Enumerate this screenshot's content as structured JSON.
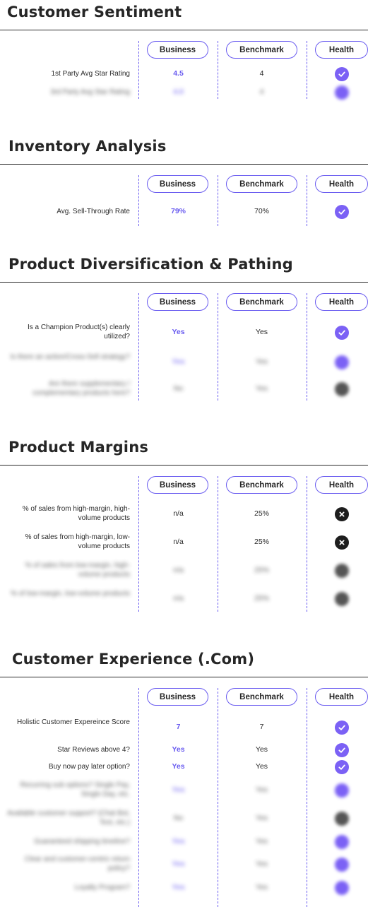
{
  "columns": {
    "business": "Business",
    "benchmark": "Benchmark",
    "health": "Health"
  },
  "sections": [
    {
      "title": "Customer Sentiment",
      "rows": [
        {
          "label": "1st Party Avg Star Rating",
          "business": "4.5",
          "benchmark": "4",
          "health": "check"
        },
        {
          "label": "3rd Party Avg Star Rating",
          "business": "4.0",
          "benchmark": "4",
          "health": "check",
          "blurred": true
        }
      ]
    },
    {
      "title": "Inventory Analysis",
      "rows": [
        {
          "label": "Avg. Sell-Through Rate",
          "business": "79%",
          "benchmark": "70%",
          "health": "check"
        }
      ]
    },
    {
      "title": "Product Diversification & Pathing",
      "rows": [
        {
          "label": "Is a Champion Product(s) clearly utilized?",
          "business": "Yes",
          "benchmark": "Yes",
          "health": "check"
        },
        {
          "label": "Is there an action/Cross-Sell strategy?",
          "business": "Yes",
          "benchmark": "Yes",
          "health": "check",
          "blurred": true
        },
        {
          "label": "Are there supplementary / complementary products here?",
          "business": "No",
          "benchmark": "Yes",
          "health": "neutral",
          "blurred": true
        }
      ]
    },
    {
      "title": "Product Margins",
      "rows": [
        {
          "label": "% of sales from high-margin, high-volume products",
          "business": "n/a",
          "benchmark": "25%",
          "health": "cross"
        },
        {
          "label": "% of sales from high-margin, low-volume products",
          "business": "n/a",
          "benchmark": "25%",
          "health": "cross"
        },
        {
          "label": "% of sales from low-margin, high-volume products",
          "business": "n/a",
          "benchmark": "25%",
          "health": "neutral",
          "blurred": true
        },
        {
          "label": "% of low-margin, low-volume products",
          "business": "n/a",
          "benchmark": "25%",
          "health": "neutral",
          "blurred": true
        }
      ]
    },
    {
      "title": "Customer Experience (.Com)",
      "rows": [
        {
          "label": "Holistic Customer Expereince Score",
          "business": "7",
          "benchmark": "7",
          "health": "check"
        },
        {
          "label": "Star Reviews above 4?",
          "business": "Yes",
          "benchmark": "Yes",
          "health": "check"
        },
        {
          "label": "Buy now pay later option?",
          "business": "Yes",
          "benchmark": "Yes",
          "health": "check"
        },
        {
          "label": "Recurring sub options? Single Pay, Single Day, etc.",
          "business": "Yes",
          "benchmark": "Yes",
          "health": "check",
          "blurred": true
        },
        {
          "label": "Available customer support? (Chat Bot, Text, etc.)",
          "business": "No",
          "benchmark": "Yes",
          "health": "neutral",
          "blurred": true
        },
        {
          "label": "Guaranteed shipping timeline?",
          "business": "Yes",
          "benchmark": "Yes",
          "health": "check",
          "blurred": true
        },
        {
          "label": "Clear and customer-centric return policy?",
          "business": "Yes",
          "benchmark": "Yes",
          "health": "check",
          "blurred": true
        },
        {
          "label": "Loyalty Program?",
          "business": "Yes",
          "benchmark": "Yes",
          "health": "check",
          "blurred": true
        }
      ]
    }
  ],
  "colors": {
    "accent": "#6a5cf0",
    "check": "#7b61f5",
    "cross": "#1e1e1e",
    "neutral": "#555555"
  }
}
